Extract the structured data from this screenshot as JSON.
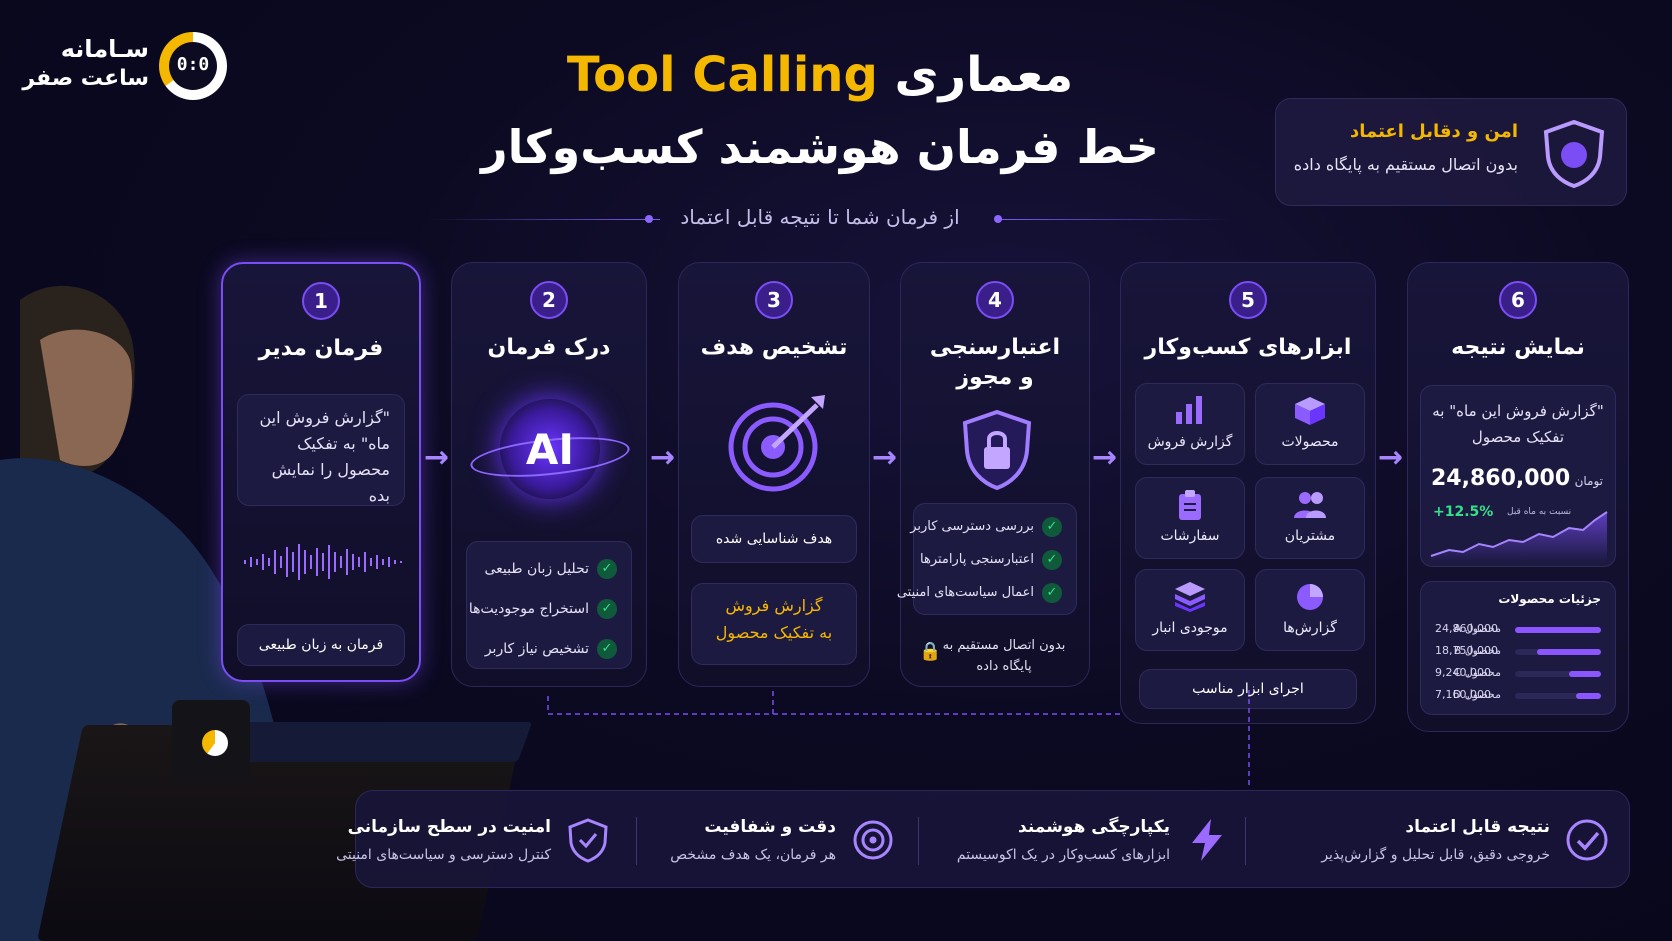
{
  "logo": {
    "line1": "سـامانه",
    "line2": "ساعت صفر",
    "clock": "0:0"
  },
  "title": {
    "prefix": "معماری",
    "highlight": "Tool Calling",
    "line2": "خط فرمان هوشمند کسب‌وکار",
    "subtitle": "از فرمان شما تا نتیجه قابل اعتماد"
  },
  "badge": {
    "title": "امن و دقابل اعتماد",
    "text": "بدون اتصال مستقیم به پایگاه داده",
    "icon": "shield-icon"
  },
  "steps": [
    {
      "num": "1",
      "title": "فرمان مدیر",
      "quote": "\"گزارش فروش این ماه\" به تفکیک محصول را نمایش بده",
      "footer": "فرمان به زبان طبیعی",
      "icon": "waveform-icon"
    },
    {
      "num": "2",
      "title": "درک فرمان",
      "ai": "AI",
      "checks": [
        "تحلیل زبان طبیعی",
        "استخراج موجودیت‌ها",
        "تشخیص نیاز کاربر"
      ],
      "icon": "ai-sphere-icon"
    },
    {
      "num": "3",
      "title": "تشخیص هدف",
      "goal": "هدف شناسایی شده",
      "result1": "گزارش فروش",
      "result2": "به تفکیک محصول",
      "icon": "target-icon"
    },
    {
      "num": "4",
      "title1": "اعتبارسنجی",
      "title2": "و مجوز",
      "checks": [
        "بررسی دسترسی کاربر",
        "اعتبارسنجی پارامترها",
        "اعمال سیاست‌های امنیتی"
      ],
      "note": "بدون اتصال مستقیم به پایگاه داده",
      "icon": "lock-shield-icon"
    },
    {
      "num": "5",
      "title": "ابزارهای کسب‌وکار",
      "tools": [
        {
          "label": "محصولات",
          "icon": "box-icon"
        },
        {
          "label": "گزارش فروش",
          "icon": "bar-chart-icon"
        },
        {
          "label": "مشتریان",
          "icon": "users-icon"
        },
        {
          "label": "سفارشات",
          "icon": "clipboard-icon"
        },
        {
          "label": "گزارش‌ها",
          "icon": "pie-chart-icon"
        },
        {
          "label": "موجودی انبار",
          "icon": "stack-icon"
        }
      ],
      "footer": "اجرای ابزار مناسب"
    },
    {
      "num": "6",
      "title": "نمایش نتیجه",
      "quote": "\"گزارش فروش این ماه\" به تفکیک محصول",
      "amount": "24,860,000",
      "currency": "تومان",
      "growth": "+12.5%",
      "growth_note": "نسبت به ماه قبل",
      "details_title": "جزئیات محصولات",
      "products": [
        {
          "name": "محصول A",
          "value": "24,860,000",
          "share": 1.0
        },
        {
          "name": "محصول B",
          "value": "18,750,000",
          "share": 0.75
        },
        {
          "name": "محصول C",
          "value": "9,240,000",
          "share": 0.37
        },
        {
          "name": "محصول D",
          "value": "7,160,000",
          "share": 0.29
        }
      ]
    }
  ],
  "features": [
    {
      "title": "نتیجه قابل اعتماد",
      "desc": "خروجی دقیق، قابل تحلیل و گزارش‌پذیر",
      "icon": "check-circle-icon"
    },
    {
      "title": "یکپارچگی هوشمند",
      "desc": "ابزارهای کسب‌وکار در یک اکوسیستم",
      "icon": "lightning-icon"
    },
    {
      "title": "دقت و شفافیت",
      "desc": "هر فرمان، یک هدف مشخص",
      "icon": "target-icon"
    },
    {
      "title": "امنیت در سطح سازمانی",
      "desc": "کنترل دسترسی و سیاست‌های امنیتی",
      "icon": "shield-check-icon"
    }
  ],
  "colors": {
    "accent": "#7a4df5",
    "highlight": "#f5b800",
    "success": "#35e08a",
    "bg": "#0c0a22"
  }
}
